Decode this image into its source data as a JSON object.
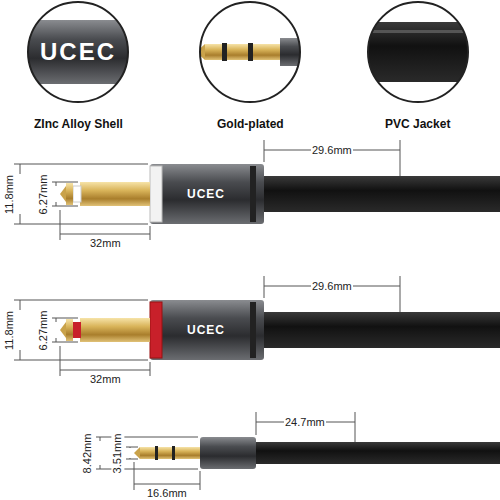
{
  "diagram": {
    "labels": [
      "UCEC",
      "ZInc Alloy Shell",
      "Gold-plated",
      "PVC Jacket",
      "29.6mm",
      "11.8mm",
      "6.27mm",
      "UCEC",
      "32mm",
      "29.6mm",
      "11.8mm",
      "6.27mm",
      "UCEC",
      "32mm",
      "24.7mm",
      "8.42mm",
      "3.51mm",
      "16.6mm"
    ]
  }
}
